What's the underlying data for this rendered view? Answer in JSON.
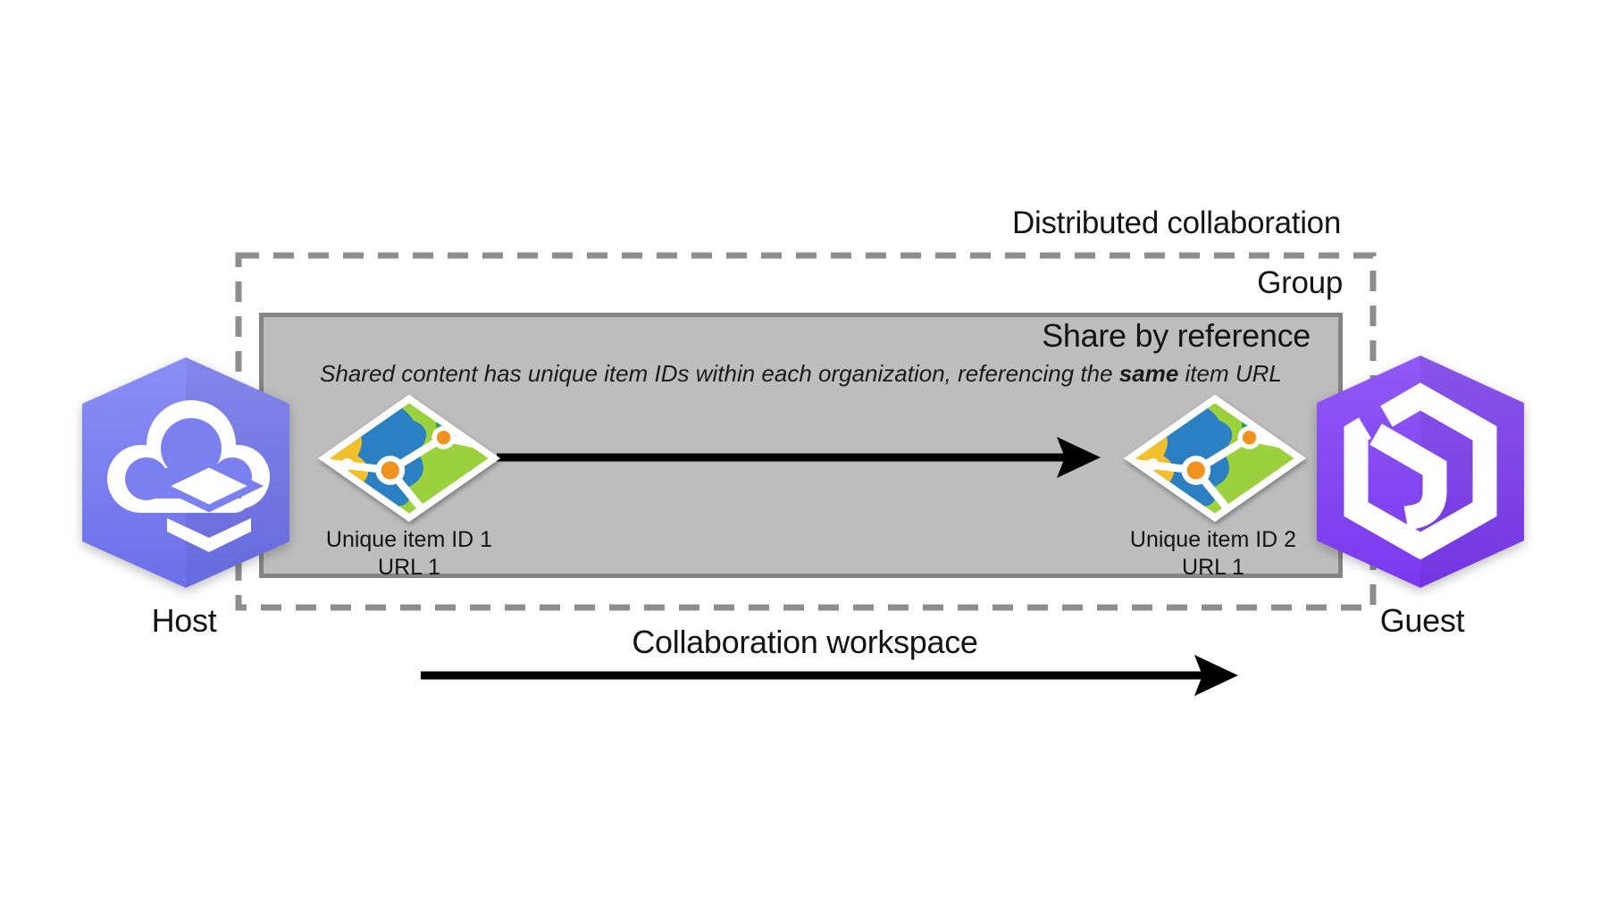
{
  "diagram": {
    "title": "Distributed collaboration",
    "group_label": "Group",
    "share_box": {
      "title": "Share by reference",
      "subtitle_prefix": "Shared content has unique item IDs within each organization, referencing the ",
      "subtitle_bold": "same",
      "subtitle_suffix": " item URL"
    },
    "host": {
      "label": "Host",
      "icon": "arcgis-enterprise-hexagon-icon"
    },
    "guest": {
      "label": "Guest",
      "icon": "arcgis-online-hexagon-icon"
    },
    "items": {
      "left": {
        "id_label": "Unique item ID 1",
        "url_label": "URL 1",
        "icon": "web-map-item-icon"
      },
      "right": {
        "id_label": "Unique item ID 2",
        "url_label": "URL 1",
        "icon": "web-map-item-icon"
      }
    },
    "workspace_label": "Collaboration workspace",
    "colors": {
      "host_hexagon": "#7b80f1",
      "guest_hexagon": "#8a52f4",
      "group_box_fill": "#bdbdbd",
      "group_box_border": "#848484",
      "dashed_border": "#8d8d8d",
      "arrow": "#000000",
      "map_green": "#9cd13e",
      "map_blue": "#2b7fc3",
      "map_yellow": "#f3c02d",
      "map_orange": "#f0921e",
      "map_dark_green": "#2ea152",
      "text": "#141414"
    }
  }
}
